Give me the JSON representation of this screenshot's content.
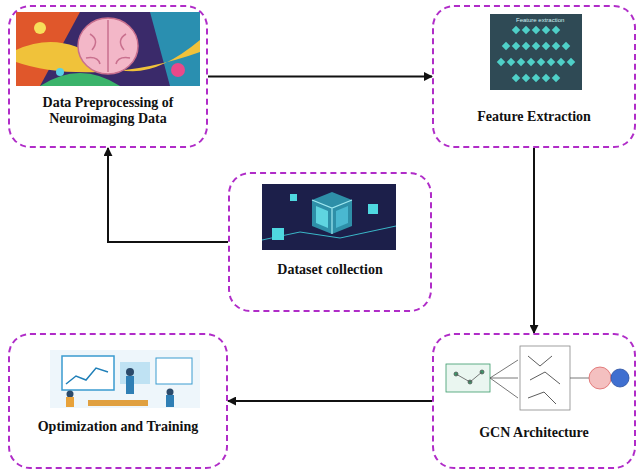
{
  "diagram": {
    "nodes": [
      {
        "text": [
          "Data Preprocessing of Neuroimaging Data"
        ]
      },
      {
        "text": [
          "Feature Extraction"
        ]
      },
      {
        "text": [
          "Dataset collection"
        ]
      },
      {
        "text": [
          "Optimization and Training"
        ]
      },
      {
        "text": [
          "GCN Architecture"
        ]
      }
    ],
    "edges": [
      {
        "from": 0,
        "to": 1,
        "arrow": "to"
      },
      {
        "from": 1,
        "to": 4,
        "arrow": "to"
      },
      {
        "from": 4,
        "to": 3,
        "arrow": "to"
      },
      {
        "from": 2,
        "to": 0,
        "arrow": "to"
      }
    ],
    "labels": [
      "Feature extraction"
    ]
  }
}
